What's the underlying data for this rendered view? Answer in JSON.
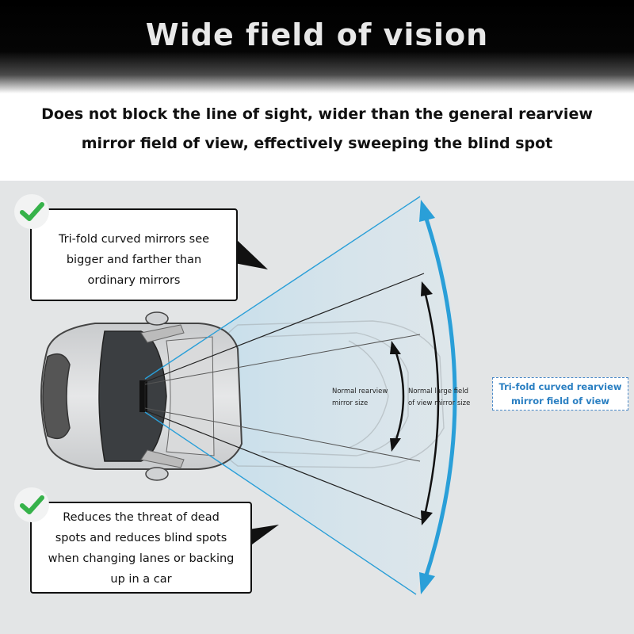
{
  "header": {
    "title": "Wide field of vision"
  },
  "subtitle": {
    "line1": "Does not block the line of sight, wider than the general rearview",
    "line2": "mirror field of view, effectively sweeping the blind spot"
  },
  "callout_top": {
    "line1": "Tri-fold curved mirrors see",
    "line2": "bigger and farther than",
    "line3": "ordinary mirrors"
  },
  "callout_bottom": {
    "line1": "Reduces the threat of dead",
    "line2": "spots and reduces blind spots",
    "line3": "when changing lanes or backing",
    "line4": "up in a car"
  },
  "labels": {
    "normal": {
      "line1": "Normal rearview",
      "line2": "mirror size"
    },
    "large": {
      "line1": "Normal large field",
      "line2": "of view mirror size"
    },
    "trifold": {
      "line1": "Tri-fold curved rearview",
      "line2": "mirror field of view"
    }
  },
  "colors": {
    "header_bg": "#000000",
    "title_text": "#e8e8e8",
    "scene_bg": "#e3e5e6",
    "accent_blue": "#2a9fd8",
    "check_green": "#36b24a"
  }
}
